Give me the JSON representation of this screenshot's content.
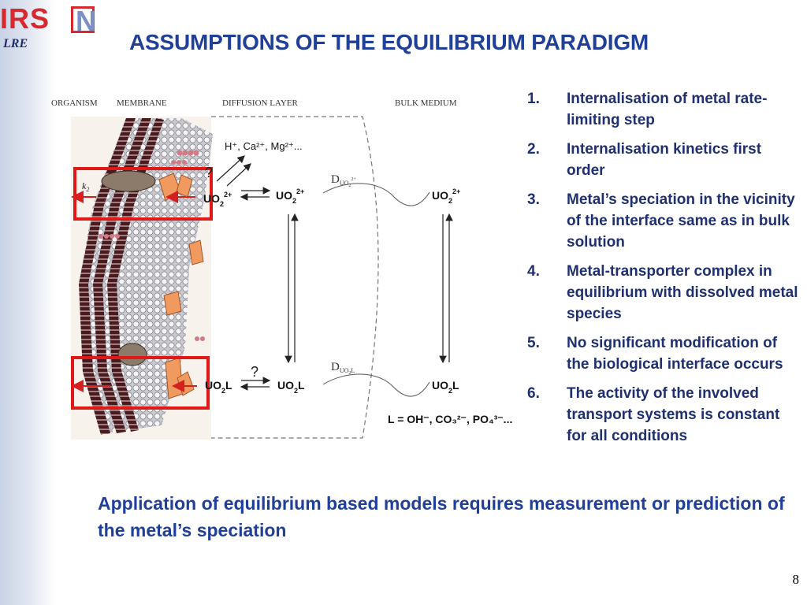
{
  "logo": {
    "brand": "IRSN",
    "brand_main": "IRS",
    "brand_box": "N",
    "unit": "LRE"
  },
  "title": "ASSUMPTIONS OF THE EQUILIBRIUM PARADIGM",
  "diagram": {
    "zones": [
      "ORGANISM",
      "MEMBRANE",
      "DIFFUSION LAYER",
      "BULK MEDIUM"
    ],
    "competing_ions": "H⁺, Ca²⁺, Mg²⁺...",
    "k_label": "k",
    "k_sub": "2",
    "question_mark": "?",
    "species_top": {
      "surface": "UO",
      "surface_sub": "2",
      "surface_sup": "2+",
      "layer": "UO",
      "layer_sub": "2",
      "layer_sup": "2+",
      "bulk": "UO",
      "bulk_sub": "2",
      "bulk_sup": "2+"
    },
    "species_bottom": {
      "surface": "UO",
      "surface_sub": "2",
      "surface_end": "L",
      "layer": "UO",
      "layer_sub": "2",
      "layer_end": "L",
      "bulk": "UO",
      "bulk_sub": "2",
      "bulk_end": "L"
    },
    "diff_top": {
      "main": "D",
      "sub": "UO",
      "sub2": "2",
      "sup": "2+"
    },
    "diff_bottom": {
      "main": "D",
      "sub": "UO",
      "sub2": "2",
      "sub_end": "L"
    },
    "ligands": "L = OH⁻, CO₃²⁻, PO₄³⁻..."
  },
  "assumptions": [
    {
      "num": "1.",
      "text": "Internalisation of metal rate-limiting step"
    },
    {
      "num": "2.",
      "text": "Internalisation kinetics first order"
    },
    {
      "num": "3.",
      "text": "Metal’s speciation in the vicinity of the interface same as in bulk solution"
    },
    {
      "num": "4.",
      "text": "Metal-transporter complex in equilibrium with dissolved metal species"
    },
    {
      "num": "5.",
      "text": "No significant modification of the biological interface occurs"
    },
    {
      "num": "6.",
      "text": "The activity of the involved transport systems is constant for all conditions"
    }
  ],
  "conclusion": "Application of equilibrium based models requires measurement or prediction of the metal’s speciation",
  "page_number": "8",
  "colors": {
    "title": "#1f3f99",
    "list_text": "#1f3070",
    "logo_red": "#d7282f",
    "logo_blue": "#7d8fc3",
    "highlight_box": "#e01818",
    "transporter": "#f19a5f"
  }
}
